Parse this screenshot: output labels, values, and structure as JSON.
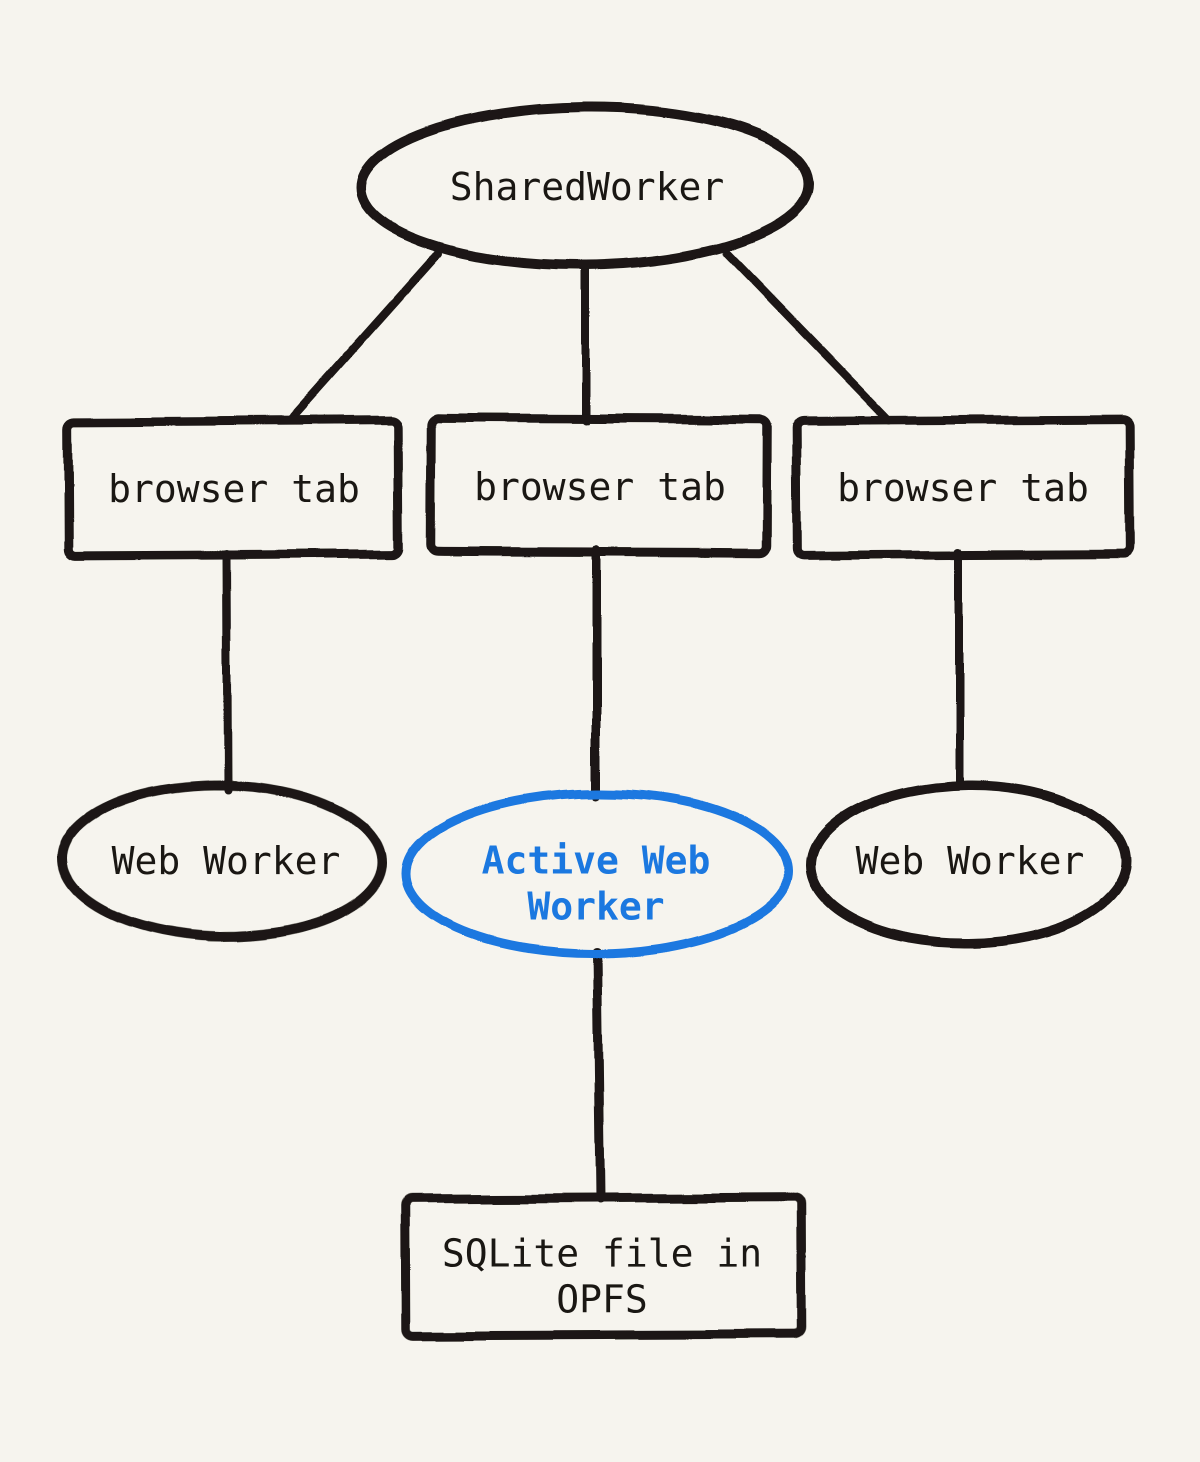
{
  "diagram": {
    "type": "flowchart",
    "style": "hand-drawn",
    "colors": {
      "background": "#f6f4ee",
      "ink": "#1a1713",
      "accent": "#1b78e0"
    },
    "nodes": {
      "shared_worker": {
        "label": "SharedWorker",
        "shape": "ellipse",
        "ink": "black"
      },
      "browser_tab_left": {
        "label": "browser tab",
        "shape": "rectangle",
        "ink": "black"
      },
      "browser_tab_center": {
        "label": "browser tab",
        "shape": "rectangle",
        "ink": "black"
      },
      "browser_tab_right": {
        "label": "browser tab",
        "shape": "rectangle",
        "ink": "black"
      },
      "web_worker_left": {
        "label": "Web Worker",
        "shape": "ellipse",
        "ink": "black"
      },
      "active_web_worker": {
        "label": "Active Web Worker",
        "shape": "ellipse",
        "ink": "blue",
        "bold": true
      },
      "web_worker_right": {
        "label": "Web Worker",
        "shape": "ellipse",
        "ink": "black"
      },
      "sqlite_file": {
        "label": "SQLite file in OPFS",
        "shape": "rectangle",
        "ink": "black"
      }
    },
    "edges": [
      {
        "from": "shared_worker",
        "to": "browser_tab_left"
      },
      {
        "from": "shared_worker",
        "to": "browser_tab_center"
      },
      {
        "from": "shared_worker",
        "to": "browser_tab_right"
      },
      {
        "from": "browser_tab_left",
        "to": "web_worker_left"
      },
      {
        "from": "browser_tab_center",
        "to": "active_web_worker"
      },
      {
        "from": "browser_tab_right",
        "to": "web_worker_right"
      },
      {
        "from": "active_web_worker",
        "to": "sqlite_file"
      }
    ]
  }
}
